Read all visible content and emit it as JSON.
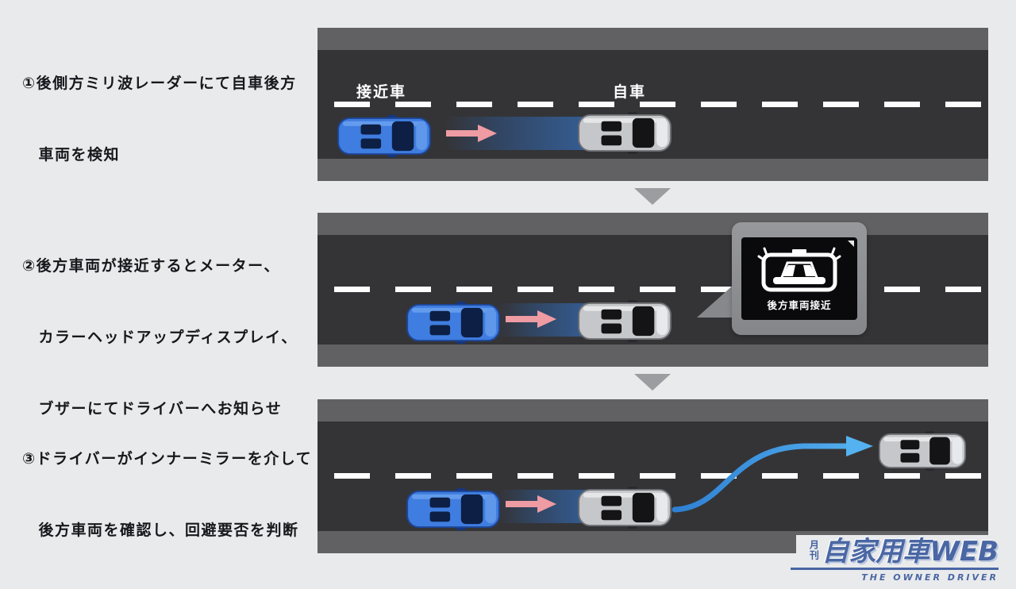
{
  "steps": {
    "s1": {
      "line1": "①後側方ミリ波レーダーにて自車後方",
      "line2": "　車両を検知"
    },
    "s2": {
      "line1": "②後方車両が接近するとメーター、",
      "line2": "　カラーヘッドアップディスプレイ、",
      "line3": "　ブザーにてドライバーへお知らせ"
    },
    "s3": {
      "line1": "③ドライバーがインナーミラーを介して",
      "line2": "　後方車両を確認し、回避要否を判断"
    }
  },
  "panel1": {
    "approaching_car_label": "接近車",
    "own_car_label": "自車"
  },
  "popup": {
    "alert_text": "後方車両接近",
    "icon": "rearview-mirror-alert-icon"
  },
  "icons": {
    "flow_arrow": "down-triangle",
    "approach_arrow": "right-arrow-pink",
    "radar_beam": "blue-gradient-beam",
    "lane_change_path": "curved-right-arrow-blue"
  },
  "logo": {
    "prefix": "月刊",
    "title": "自家用車WEB",
    "subtitle": "THE OWNER DRIVER"
  },
  "colors": {
    "background": "#e9eaec",
    "road": "#343437",
    "shoulder": "#616164",
    "lane_dash": "#fdfdfd",
    "accent_pink": "#ef9ba3",
    "radar_blue": "#34609a",
    "path_blue": "#49a6e9",
    "car_blue": "#3f7de0",
    "car_gray": "#c6c7ca",
    "popup_frame": "#8f9093",
    "popup_screen": "#0a0a0c",
    "logo_blue": "#4a66a3"
  }
}
